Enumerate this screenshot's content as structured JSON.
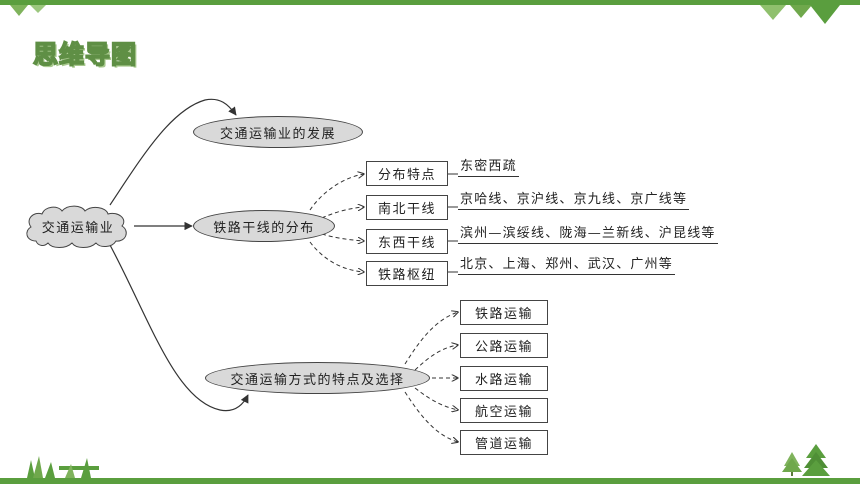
{
  "slide": {
    "title": "思维导图"
  },
  "root": {
    "label": "交通运输业"
  },
  "branches": {
    "development": {
      "label": "交通运输业的发展"
    },
    "railway": {
      "label": "铁路干线的分布",
      "items": [
        {
          "label": "分布特点",
          "detail": "东密西疏"
        },
        {
          "label": "南北干线",
          "detail": "京哈线、京沪线、京九线、京广线等"
        },
        {
          "label": "东西干线",
          "detail": "滨州—滨绥线、陇海—兰新线、沪昆线等"
        },
        {
          "label": "铁路枢纽",
          "detail": "北京、上海、郑州、武汉、广州等"
        }
      ]
    },
    "modes": {
      "label": "交通运输方式的特点及选择",
      "items": [
        {
          "label": "铁路运输"
        },
        {
          "label": "公路运输"
        },
        {
          "label": "水路运输"
        },
        {
          "label": "航空运输"
        },
        {
          "label": "管道运输"
        }
      ]
    }
  },
  "colors": {
    "accent": "#5a9e3e",
    "node_fill": "#d9d9d9",
    "line": "#333333"
  },
  "icons": [
    "leaf-banner-icon",
    "tree-icon"
  ]
}
